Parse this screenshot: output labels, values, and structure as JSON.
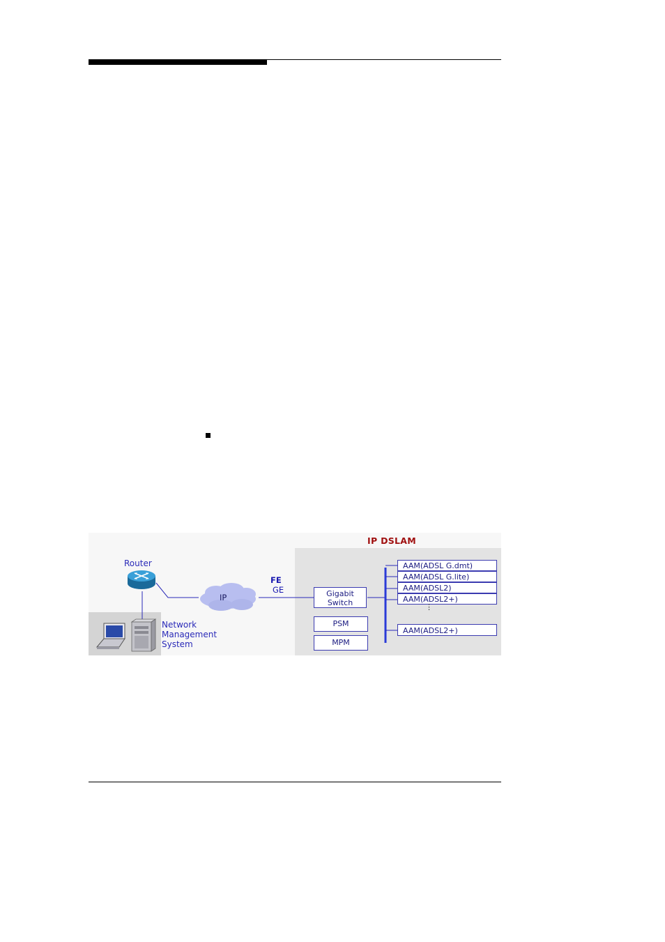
{
  "diagram": {
    "title": "IP DSLAM",
    "router_label": "Router",
    "cloud_label": "IP",
    "fe_label": "FE",
    "ge_label": "GE",
    "nms_label": [
      "Network",
      "Management",
      "System"
    ],
    "switch_label": [
      "Gigabit",
      "Switch"
    ],
    "psm_label": "PSM",
    "mpm_label": "MPM",
    "modules": [
      "AAM(ADSL G.dmt)",
      "AAM(ADSL G.lite)",
      "AAM(ADSL2)",
      "AAM(ADSL2+)",
      "AAM(ADSL2+)"
    ],
    "ellipsis": "⋮",
    "colors": {
      "panel": "#e3e3e3",
      "link": "#2a2ab8",
      "bus": "#2b3bd8",
      "title": "#a01010",
      "cloud": "#b8bef0"
    }
  }
}
